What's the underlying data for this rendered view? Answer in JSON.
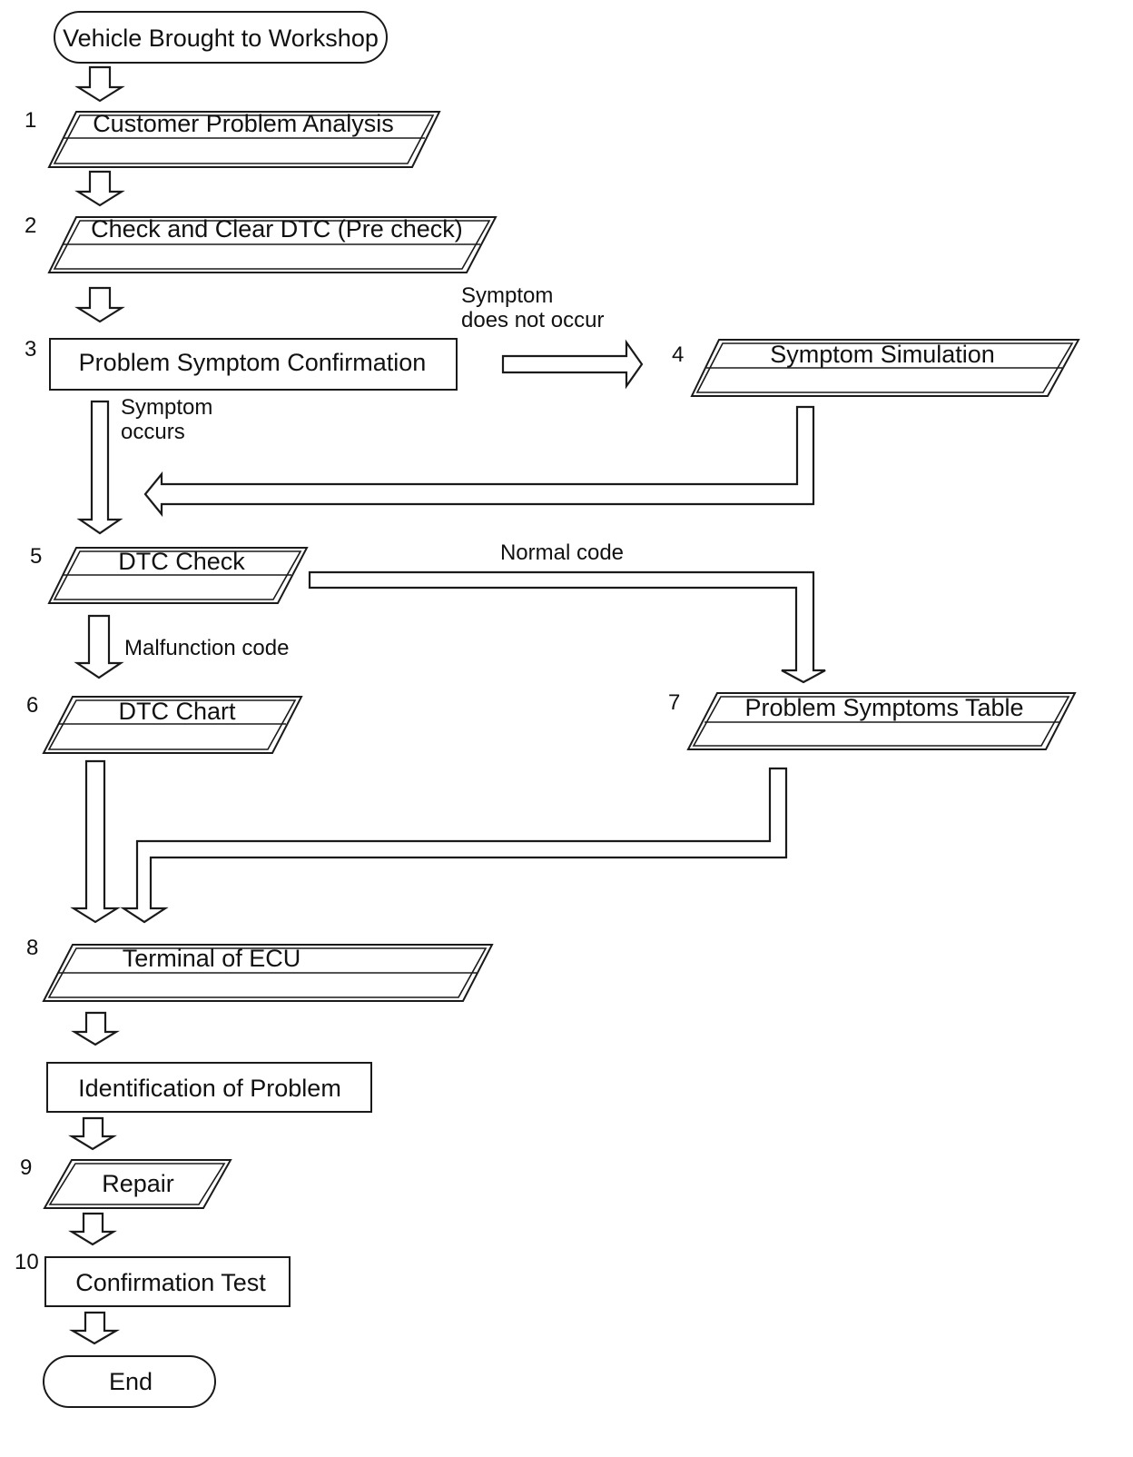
{
  "start": {
    "label": "Vehicle Brought to Workshop"
  },
  "steps": [
    {
      "num": "1",
      "label": "Customer Problem Analysis"
    },
    {
      "num": "2",
      "label": "Check and Clear DTC (Pre check)"
    },
    {
      "num": "3",
      "label": "Problem Symptom Confirmation"
    },
    {
      "num": "4",
      "label": "Symptom Simulation"
    },
    {
      "num": "5",
      "label": "DTC Check"
    },
    {
      "num": "6",
      "label": "DTC Chart"
    },
    {
      "num": "7",
      "label": "Problem Symptoms Table"
    },
    {
      "num": "8",
      "label": "Terminal of ECU"
    },
    {
      "label": "Identification of Problem"
    },
    {
      "num": "9",
      "label": "Repair"
    },
    {
      "num": "10",
      "label": "Confirmation Test"
    }
  ],
  "branches": {
    "symptom_not_occur_line1": "Symptom",
    "symptom_not_occur_line2": "does not occur",
    "symptom_occurs_line1": "Symptom",
    "symptom_occurs_line2": "occurs",
    "normal_code": "Normal code",
    "malfunction_code": "Malfunction code"
  },
  "end": {
    "label": "End"
  }
}
